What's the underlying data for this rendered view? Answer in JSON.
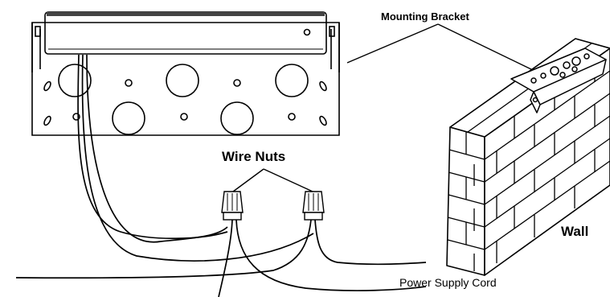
{
  "labels": {
    "mounting_bracket": "Mounting Bracket",
    "wire_nuts": "Wire Nuts",
    "wall": "Wall",
    "power_supply_cord": "Power Supply Cord"
  },
  "colors": {
    "line": "#000000",
    "background": "#ffffff",
    "bracket_bar": "#444444"
  }
}
